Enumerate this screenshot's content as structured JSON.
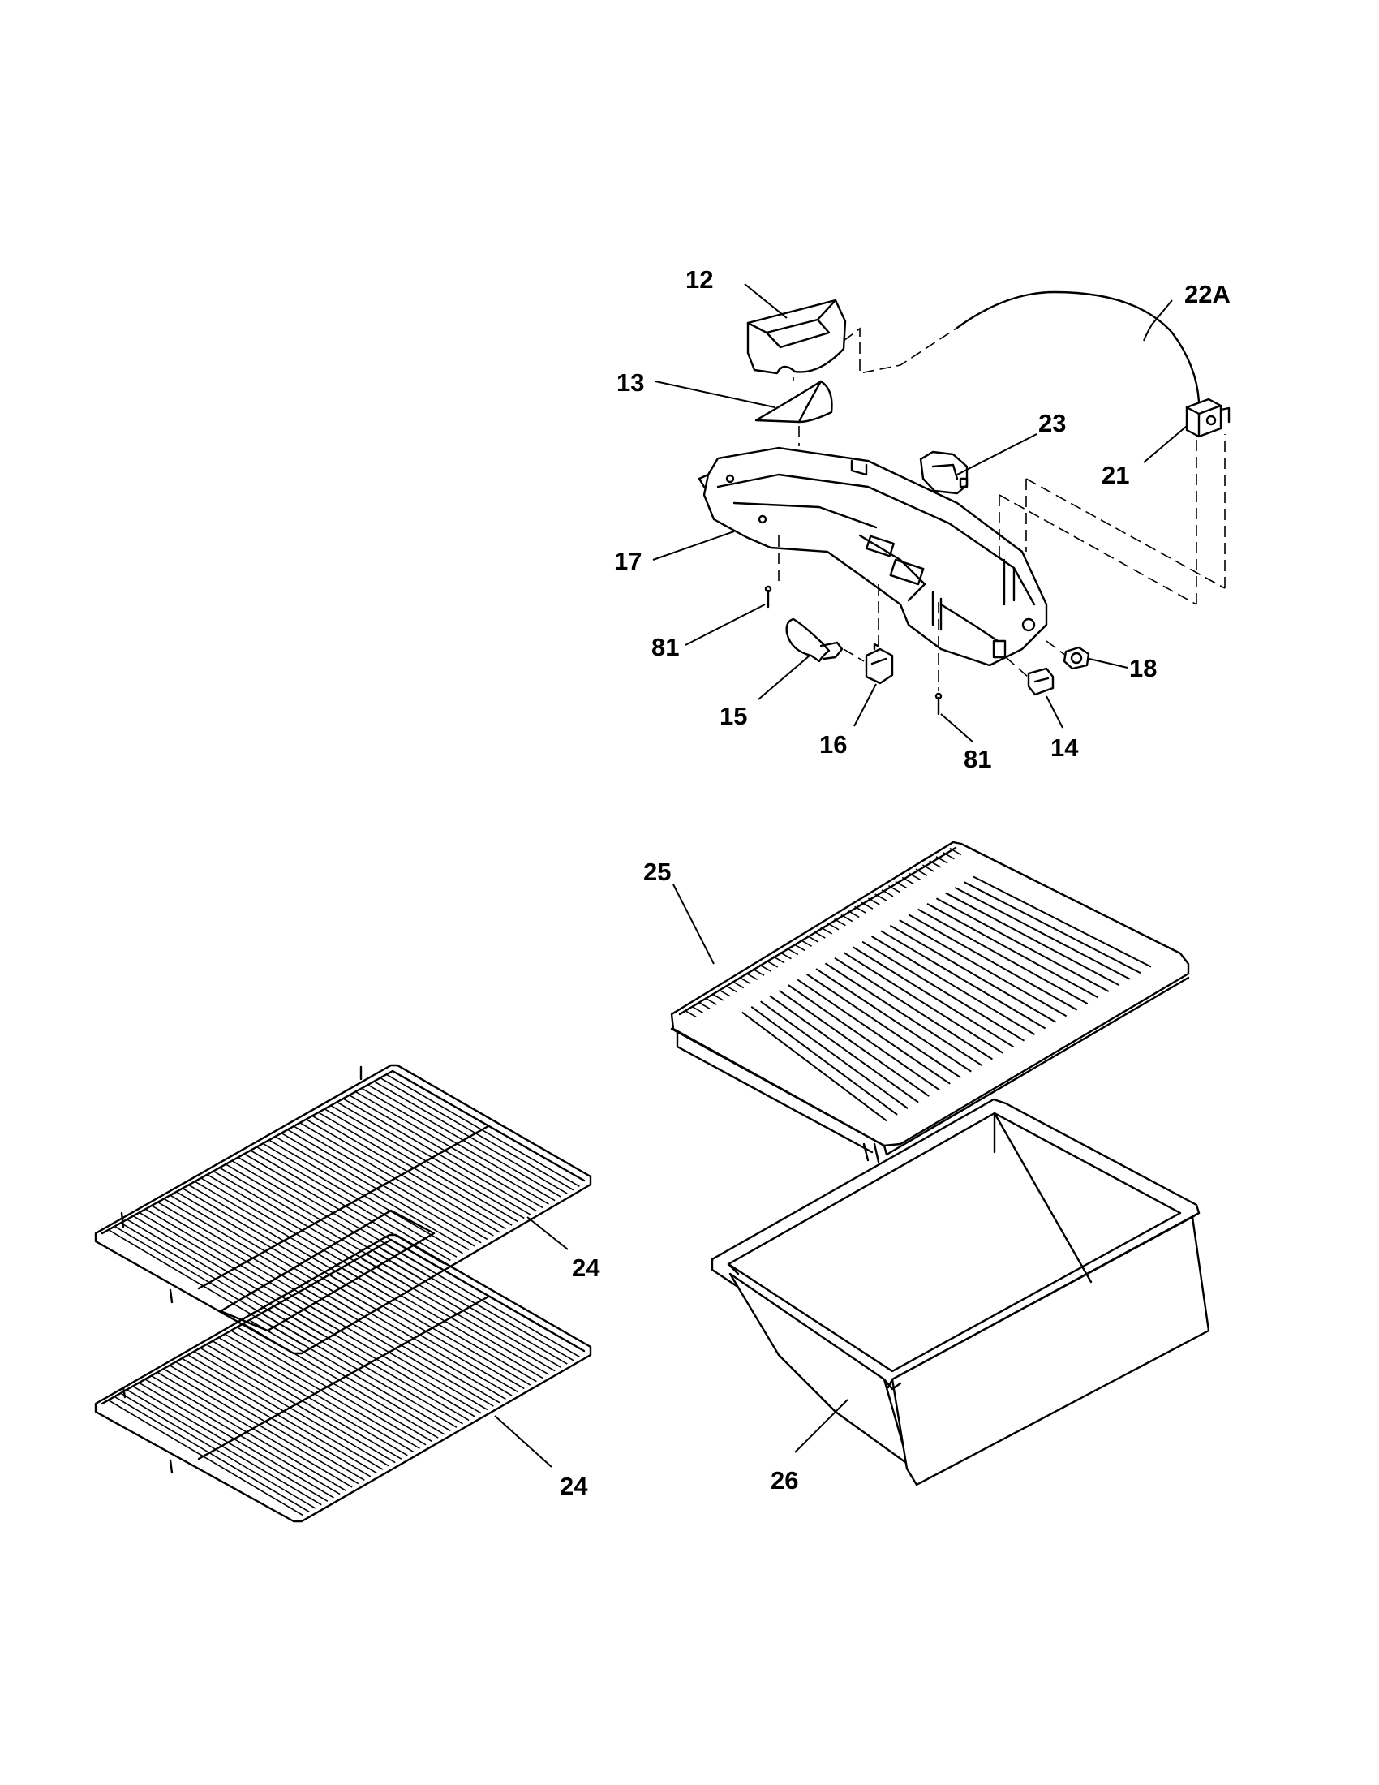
{
  "labels": {
    "p12": "12",
    "p13": "13",
    "p22a": "22A",
    "p23": "23",
    "p21": "21",
    "p17": "17",
    "p81a": "81",
    "p15": "15",
    "p16": "16",
    "p81b": "81",
    "p14": "14",
    "p18": "18",
    "p25": "25",
    "p24a": "24",
    "p24b": "24",
    "p26": "26"
  }
}
